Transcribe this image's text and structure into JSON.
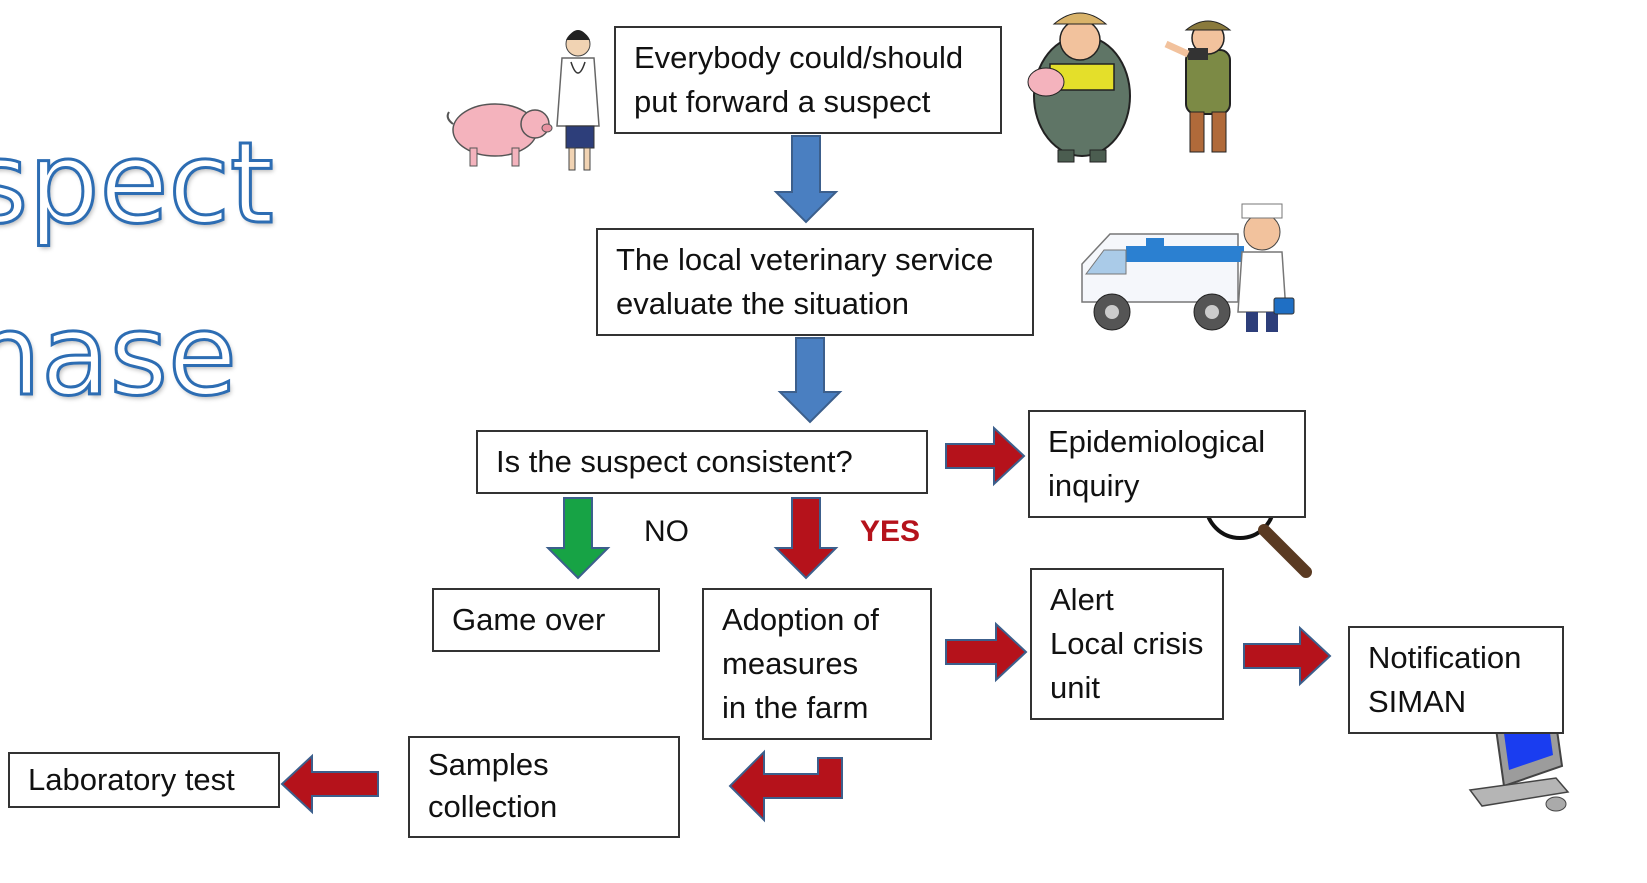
{
  "slide": {
    "title_lines": [
      "spect",
      "hase"
    ]
  },
  "flow": {
    "report_box": {
      "lines": [
        "Everybody could/should",
        "put forward a suspect"
      ]
    },
    "evaluate_box": {
      "lines": [
        "The local veterinary service",
        "evaluate the situation"
      ]
    },
    "consistent_box": {
      "lines": [
        "Is the suspect consistent?"
      ]
    },
    "epi_box": {
      "lines": [
        "Epidemiological",
        "inquiry"
      ]
    },
    "gameover_box": {
      "lines": [
        "Game over"
      ]
    },
    "measures_box": {
      "lines": [
        "Adoption of",
        "measures",
        "in the farm"
      ]
    },
    "alert_box": {
      "lines": [
        "Alert",
        "Local crisis",
        "unit"
      ]
    },
    "notification_box": {
      "lines": [
        "Notification",
        "SIMAN"
      ]
    },
    "samples_box": {
      "lines": [
        "Samples",
        "collection"
      ]
    },
    "lab_box": {
      "lines": [
        "Laboratory test"
      ]
    },
    "no_label": "NO",
    "yes_label": "YES"
  },
  "colors": {
    "title_outline": "#2d6db3",
    "arrow_blue": "#4a7fc1",
    "arrow_red": "#b5121b",
    "arrow_green": "#17a345",
    "arrow_outline": "#3c5f8c",
    "yes_text": "#b5121b"
  },
  "icons": {
    "vet_with_pig": "veterinarian-with-pig-icon",
    "farmer_and_hunter": "farmer-and-hunter-icon",
    "vet_ambulance": "veterinary-ambulance-icon",
    "magnifier": "magnifying-glass-icon",
    "computer": "computer-icon",
    "test_tube": "test-tube-icon"
  }
}
